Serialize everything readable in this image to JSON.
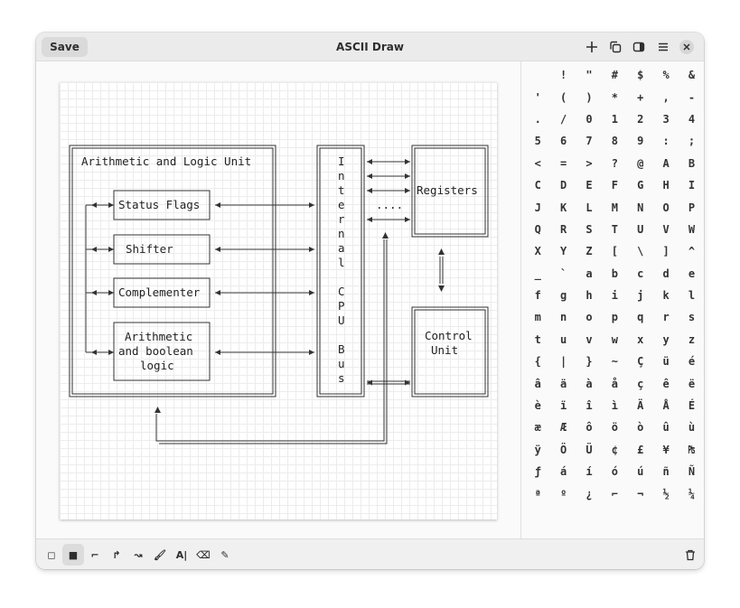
{
  "header": {
    "save_label": "Save",
    "title": "ASCII Draw"
  },
  "header_icons": [
    "add-icon",
    "duplicate-icon",
    "sidebar-toggle-icon",
    "main-menu-icon",
    "close-icon"
  ],
  "canvas": {
    "alu_title": "Arithmetic and Logic Unit",
    "status_flags": "Status Flags",
    "shifter": "Shifter",
    "complementer": "Complementer",
    "arith_bool": [
      "Arithmetic",
      "and boolean",
      "logic"
    ],
    "bus_chars": [
      "I",
      "n",
      "t",
      "e",
      "r",
      "n",
      "a",
      "l",
      "",
      "C",
      "P",
      "U",
      "",
      "B",
      "u",
      "s"
    ],
    "registers": "Registers",
    "dots": "....",
    "control_unit": [
      "Control",
      "Unit"
    ]
  },
  "characters": [
    "!",
    "\"",
    "#",
    "$",
    "%",
    "&",
    "'",
    "(",
    ")",
    "*",
    "+",
    ",",
    "-",
    ".",
    "/",
    "0",
    "1",
    "2",
    "3",
    "4",
    "5",
    "6",
    "7",
    "8",
    "9",
    ":",
    ";",
    "<",
    "=",
    ">",
    "?",
    "@",
    "A",
    "B",
    "C",
    "D",
    "E",
    "F",
    "G",
    "H",
    "I",
    "J",
    "K",
    "L",
    "M",
    "N",
    "O",
    "P",
    "Q",
    "R",
    "S",
    "T",
    "U",
    "V",
    "W",
    "X",
    "Y",
    "Z",
    "[",
    "\\",
    "]",
    "^",
    "_",
    "`",
    "a",
    "b",
    "c",
    "d",
    "e",
    "f",
    "g",
    "h",
    "i",
    "j",
    "k",
    "l",
    "m",
    "n",
    "o",
    "p",
    "q",
    "r",
    "s",
    "t",
    "u",
    "v",
    "w",
    "x",
    "y",
    "z",
    "{",
    "|",
    "}",
    "~",
    "Ç",
    "ü",
    "é",
    "â",
    "ä",
    "à",
    "å",
    "ç",
    "ê",
    "ë",
    "è",
    "ï",
    "î",
    "ì",
    "Ä",
    "Å",
    "É",
    "æ",
    "Æ",
    "ô",
    "ö",
    "ò",
    "û",
    "ù",
    "ÿ",
    "Ö",
    "Ü",
    "¢",
    "£",
    "¥",
    "₧",
    "ƒ",
    "á",
    "í",
    "ó",
    "ú",
    "ñ",
    "Ñ",
    "ª",
    "º",
    "¿",
    "⌐",
    "¬",
    "½",
    "¼"
  ],
  "tools": [
    {
      "name": "rectangle-tool",
      "glyph": "◻"
    },
    {
      "name": "filled-rectangle-tool",
      "glyph": "■"
    },
    {
      "name": "line-tool",
      "glyph": "⌐"
    },
    {
      "name": "arrow-tool",
      "glyph": "↱"
    },
    {
      "name": "freehand-line-tool",
      "glyph": "↝"
    },
    {
      "name": "brush-tool",
      "glyph": "🖌"
    },
    {
      "name": "text-tool",
      "glyph": "A|"
    },
    {
      "name": "eraser-tool",
      "glyph": "⌫"
    },
    {
      "name": "picker-tool",
      "glyph": "✎"
    }
  ]
}
